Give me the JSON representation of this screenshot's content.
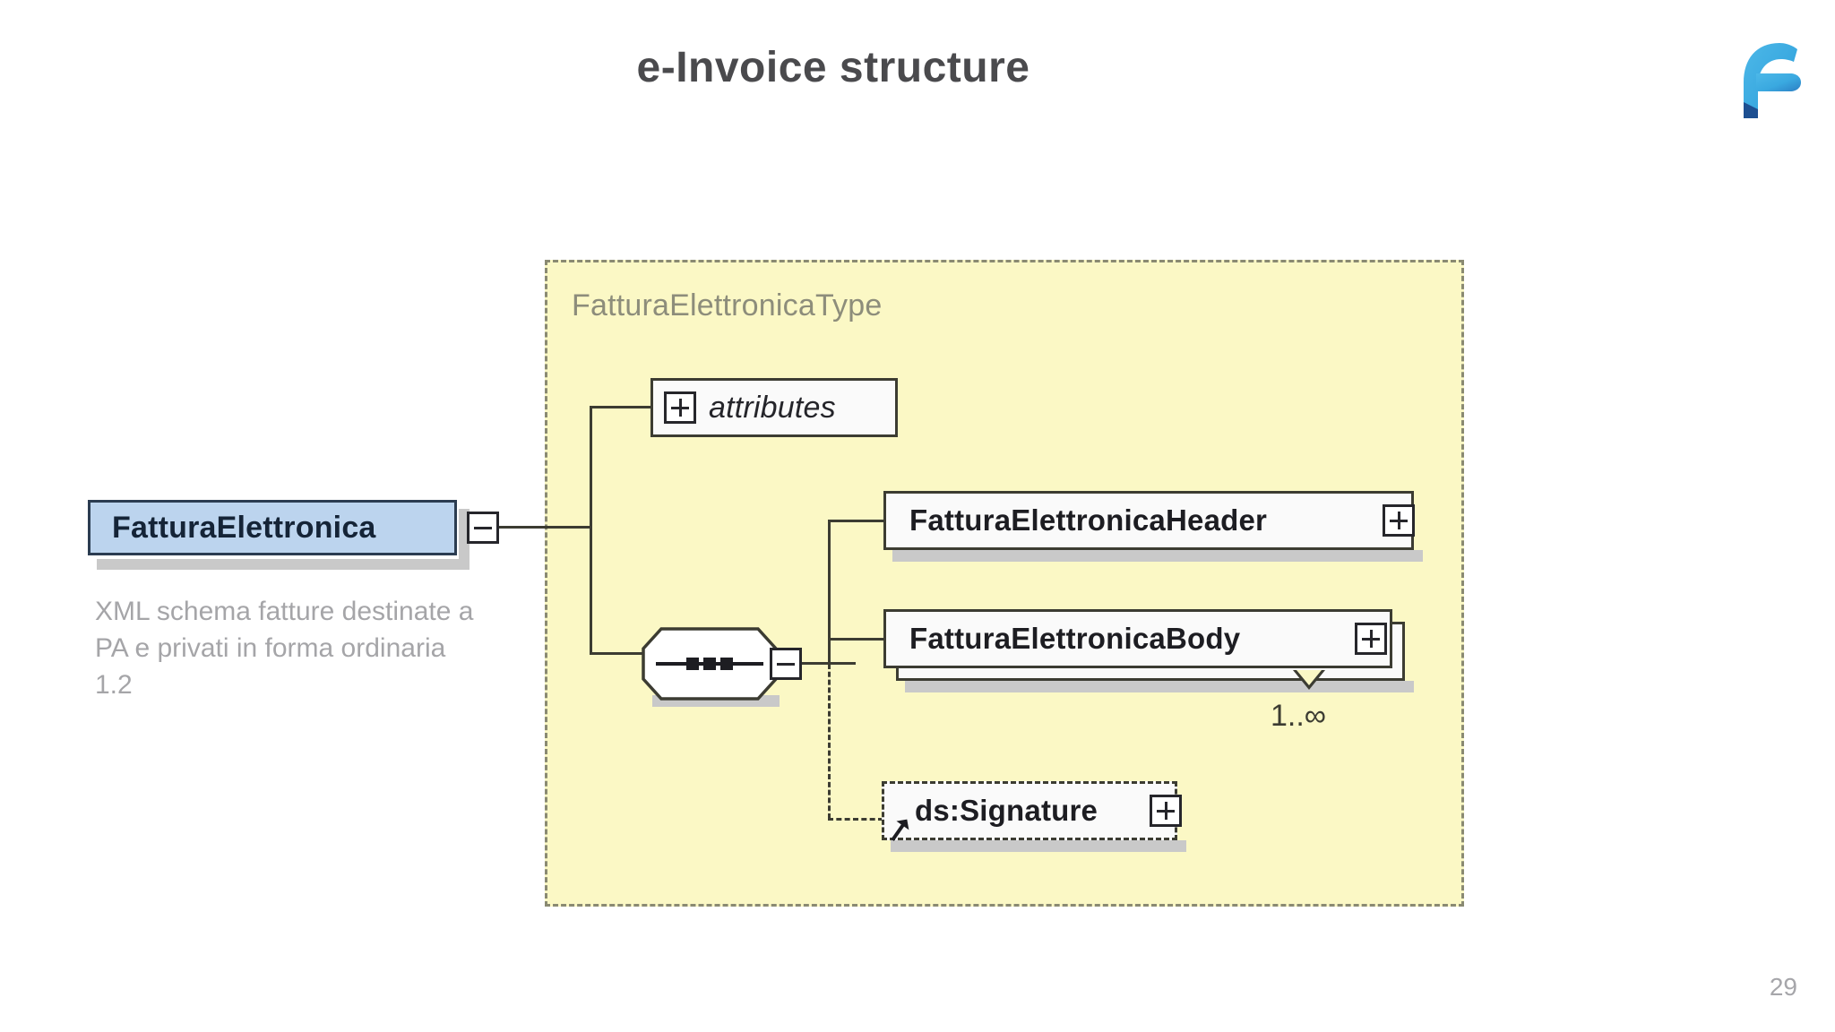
{
  "slide": {
    "title": "e-Invoice structure",
    "page_number": "29",
    "logo_name": "f-logo",
    "logo_colors": {
      "light": "#4db8e8",
      "mid": "#3aa9e0",
      "dark": "#1d4f91"
    }
  },
  "diagram": {
    "type_container": {
      "label": "FatturaElettronicaType",
      "background": "#fbf8c5",
      "border_color": "#8a8a72",
      "border_style": "dashed"
    },
    "root_element": {
      "label": "FatturaElettronica",
      "control": "minus",
      "fill": "#bcd4ee",
      "annotation": "XML schema fatture destinate a PA e privati in forma ordinaria 1.2"
    },
    "compositor": {
      "name": "sequence",
      "control": "minus",
      "dots": 3
    },
    "nodes": [
      {
        "label": "attributes",
        "control": "plus",
        "style": "italic",
        "optional": false
      },
      {
        "label": "FatturaElettronicaHeader",
        "control": "plus",
        "style": "normal",
        "optional": false
      },
      {
        "label": "FatturaElettronicaBody",
        "control": "plus",
        "style": "normal",
        "optional": false,
        "repeating": true,
        "multiplicity": "1..∞"
      },
      {
        "label": "ds:Signature",
        "control": "plus",
        "style": "normal",
        "optional": true
      }
    ]
  }
}
